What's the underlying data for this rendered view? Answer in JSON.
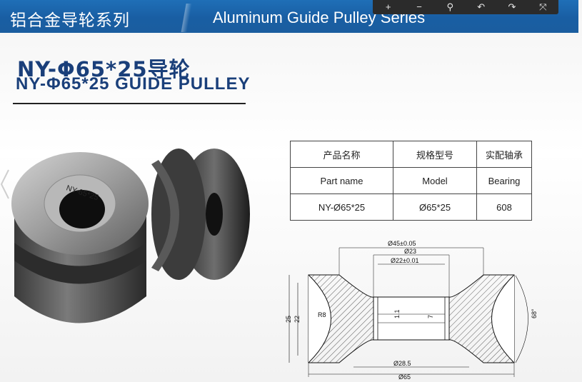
{
  "banner": {
    "title_cn": "铝合金导轮系列",
    "title_en": "Aluminum Guide Pulley Series"
  },
  "toolbar": {
    "icons": [
      "zoom-in-icon",
      "zoom-out-icon",
      "search-icon",
      "rotate-left-icon",
      "rotate-right-icon",
      "move-icon"
    ],
    "zoom_in": "+",
    "zoom_out": "−",
    "search": "⚲",
    "rotate_left": "↶",
    "rotate_right": "↷",
    "move": "⤧"
  },
  "heading": {
    "line1": "NY-Φ65*25导轮",
    "line2": "NY-Φ65*25 GUIDE PULLEY"
  },
  "product": {
    "engraving": "NY-65*25"
  },
  "spec_table": {
    "header_cn": [
      "产品名称",
      "规格型号",
      "实配轴承"
    ],
    "header_en": [
      "Part name",
      "Model",
      "Bearing"
    ],
    "row": [
      "NY-Ø65*25",
      "Ø65*25",
      "608"
    ]
  },
  "drawing": {
    "dim_outer_top": "Ø45±0.05",
    "dim_bore": "Ø23",
    "dim_bore_inner": "Ø22±0.01",
    "dim_height": "25",
    "dim_height_inner": "22",
    "dim_radius": "R8",
    "dim_groove": "1.1",
    "dim_width": "7",
    "dim_angle": "68°",
    "dim_bottom_inner": "Ø28.5",
    "dim_outer": "Ø65"
  },
  "colors": {
    "banner": "#1d66ad",
    "heading": "#1a3f7a"
  }
}
